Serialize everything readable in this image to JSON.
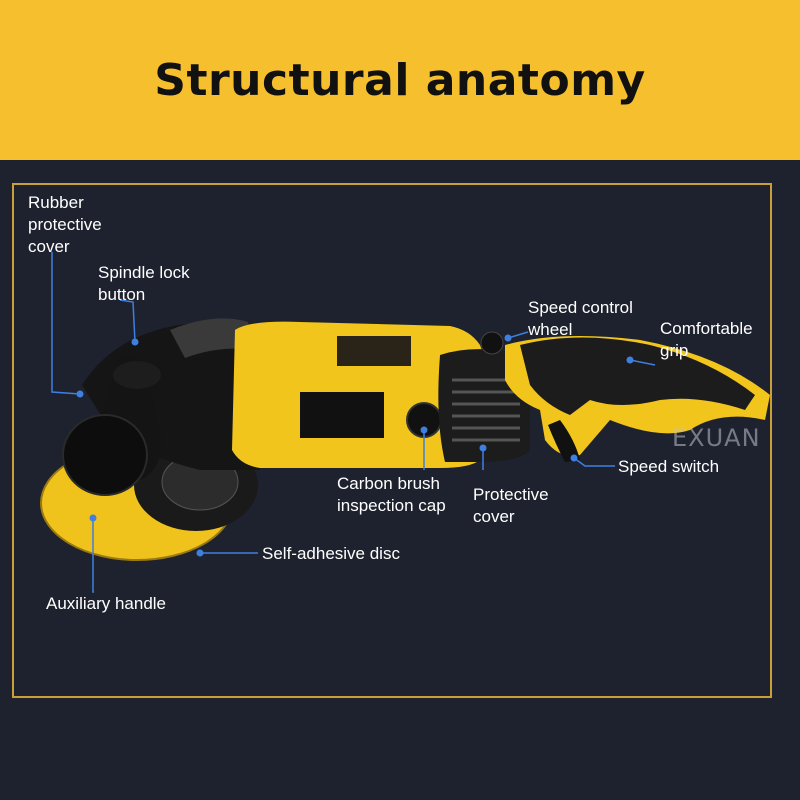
{
  "header": {
    "title": "Structural anatomy"
  },
  "colors": {
    "banner": "#f6bf2e",
    "background": "#1e222e",
    "frame": "#c9a037",
    "leader": "#3f7fe0",
    "tool_body": "#f2c51c"
  },
  "labels": {
    "rubber_cover": "Rubber\nprotective\ncover",
    "spindle_lock": "Spindle lock\nbutton",
    "speed_wheel": "Speed control\nwheel",
    "grip": "Comfortable\ngrip",
    "carbon_brush": "Carbon brush\ninspection cap",
    "protective_cover": "Protective\ncover",
    "speed_switch": "Speed switch",
    "disc": "Self-adhesive disc",
    "aux_handle": "Auxiliary handle"
  },
  "watermark": "EXUAN"
}
